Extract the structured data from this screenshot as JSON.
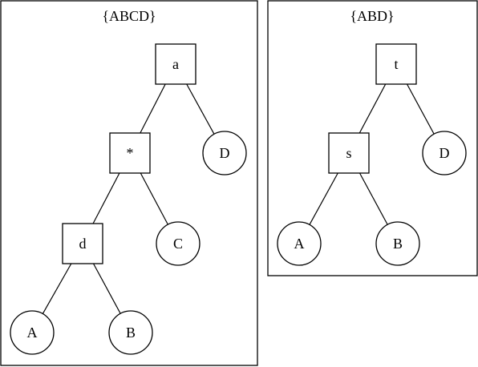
{
  "panels": [
    {
      "title": "{ABCD}",
      "nodes": [
        {
          "id": "a",
          "label": "a",
          "shape": "square"
        },
        {
          "id": "m",
          "label": "*",
          "shape": "square"
        },
        {
          "id": "D",
          "label": "D",
          "shape": "circle"
        },
        {
          "id": "d",
          "label": "d",
          "shape": "square"
        },
        {
          "id": "C",
          "label": "C",
          "shape": "circle"
        },
        {
          "id": "A",
          "label": "A",
          "shape": "circle"
        },
        {
          "id": "B",
          "label": "B",
          "shape": "circle"
        }
      ],
      "edges": [
        [
          "a",
          "m"
        ],
        [
          "a",
          "D"
        ],
        [
          "m",
          "d"
        ],
        [
          "m",
          "C"
        ],
        [
          "d",
          "A"
        ],
        [
          "d",
          "B"
        ]
      ]
    },
    {
      "title": "{ABD}",
      "nodes": [
        {
          "id": "t",
          "label": "t",
          "shape": "square"
        },
        {
          "id": "s",
          "label": "s",
          "shape": "square"
        },
        {
          "id": "D",
          "label": "D",
          "shape": "circle"
        },
        {
          "id": "A",
          "label": "A",
          "shape": "circle"
        },
        {
          "id": "B",
          "label": "B",
          "shape": "circle"
        }
      ],
      "edges": [
        [
          "t",
          "s"
        ],
        [
          "t",
          "D"
        ],
        [
          "s",
          "A"
        ],
        [
          "s",
          "B"
        ]
      ]
    }
  ]
}
